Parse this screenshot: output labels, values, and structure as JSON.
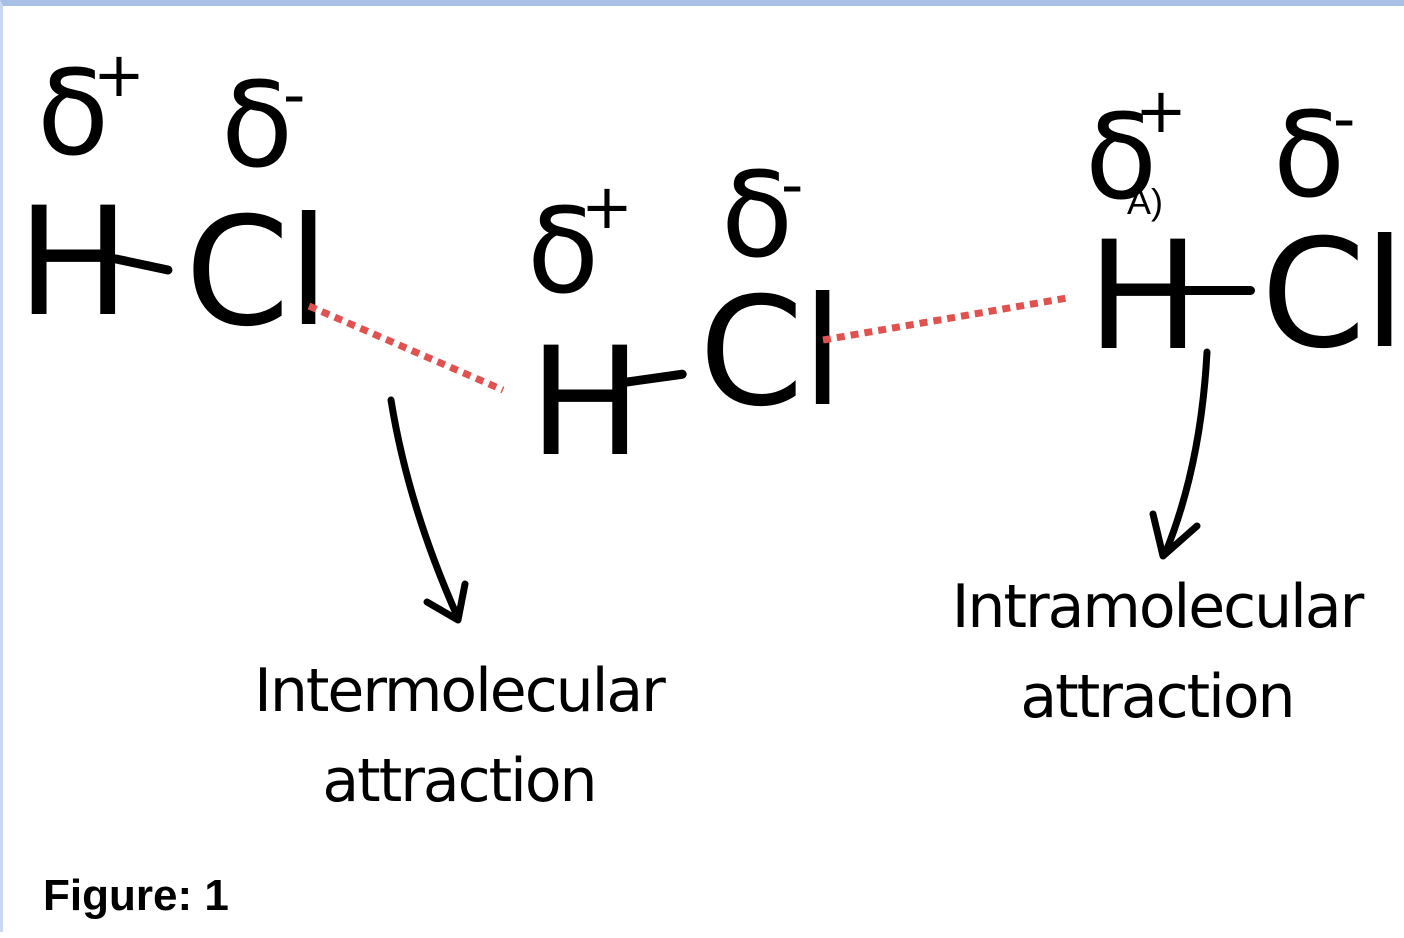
{
  "molecule_left": {
    "atom1": "H",
    "atom2": "Cl",
    "charge_h": "δ",
    "charge_h_sign": "+",
    "charge_cl": "δ",
    "charge_cl_sign": "-"
  },
  "molecule_middle": {
    "atom1": "H",
    "atom2": "Cl",
    "charge_h": "δ",
    "charge_h_sign": "+",
    "charge_cl": "δ",
    "charge_cl_sign": "-"
  },
  "molecule_right": {
    "atom1": "H",
    "atom2": "Cl",
    "charge_h": "δ",
    "charge_h_sign": "+",
    "charge_cl": "δ",
    "charge_cl_sign": "-"
  },
  "option_marker": "A)",
  "labels": {
    "intermolecular_line1": "Intermolecular",
    "intermolecular_line2": "attraction",
    "intramolecular_line1": "Intramolecular",
    "intramolecular_line2": "attraction"
  },
  "caption": "Figure: 1",
  "colors": {
    "attraction_dash": "#e0524f",
    "border_top": "#a9bfe6",
    "ink": "#000000"
  }
}
